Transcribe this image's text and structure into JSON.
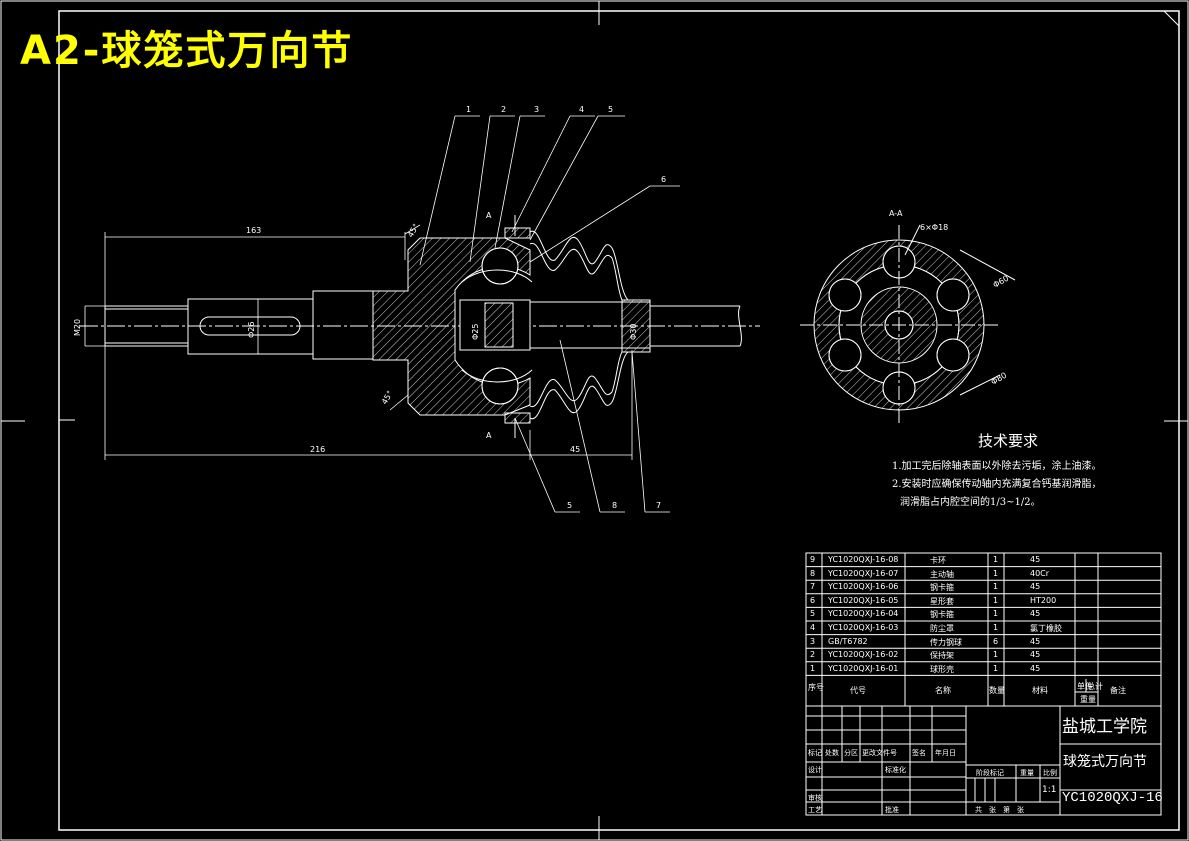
{
  "title": "A2-球笼式万向节",
  "leaders": [
    "1",
    "2",
    "3",
    "4",
    "5",
    "6",
    "5",
    "8",
    "7"
  ],
  "dimensions": {
    "d163": "163",
    "d216": "216",
    "d45": "45",
    "m20": "M20",
    "phi26": "Φ26",
    "phi25": "Φ25",
    "phi30": "Φ30",
    "phi60": "Φ60",
    "phi80": "Φ80",
    "phi18": "6×Φ18",
    "angle1": "45°",
    "angle2": "45°"
  },
  "section_label": "A-A",
  "section_marks": [
    "A",
    "A"
  ],
  "tech_requirements": {
    "title": "技术要求",
    "items": [
      "1.加工完后除轴表面以外除去污垢，涂上油漆。",
      "2.安装时应确保传动轴内充满复合钙基润滑脂，",
      "润滑脂占内腔空间的1/3~1/2。"
    ]
  },
  "bom": {
    "rows": [
      {
        "no": "9",
        "code": "YC1020QXJ-16-08",
        "name": "卡环",
        "qty": "1",
        "material": "45"
      },
      {
        "no": "8",
        "code": "YC1020QXJ-16-07",
        "name": "主动轴",
        "qty": "1",
        "material": "40Cr"
      },
      {
        "no": "7",
        "code": "YC1020QXJ-16-06",
        "name": "钢卡箍",
        "qty": "1",
        "material": "45"
      },
      {
        "no": "6",
        "code": "YC1020QXJ-16-05",
        "name": "星形套",
        "qty": "1",
        "material": "HT200"
      },
      {
        "no": "5",
        "code": "YC1020QXJ-16-04",
        "name": "钢卡箍",
        "qty": "1",
        "material": "45"
      },
      {
        "no": "4",
        "code": "YC1020QXJ-16-03",
        "name": "防尘罩",
        "qty": "1",
        "material": "氯丁橡胶"
      },
      {
        "no": "3",
        "code": "GB/T6782",
        "name": "传力钢球",
        "qty": "6",
        "material": "45"
      },
      {
        "no": "2",
        "code": "YC1020QXJ-16-02",
        "name": "保持架",
        "qty": "1",
        "material": "45"
      },
      {
        "no": "1",
        "code": "YC1020QXJ-16-01",
        "name": "球形壳",
        "qty": "1",
        "material": "45"
      }
    ],
    "header": {
      "no": "序号",
      "code": "代号",
      "name": "名称",
      "qty": "数量",
      "material": "材料",
      "unit_weight": "单件",
      "total_weight": "总计",
      "weight": "重量",
      "remark": "备注"
    }
  },
  "title_block": {
    "school": "盐城工学院",
    "part_name": "球笼式万向节",
    "drawing_no": "YC1020QXJ-16",
    "scale": "1:1",
    "labels": {
      "mark": "标记",
      "count": "处数",
      "zone": "分区",
      "change_doc": "更改文件号",
      "sign": "签名",
      "date": "年月日",
      "design": "设计",
      "standard": "标准化",
      "review": "审核",
      "process": "工艺",
      "approve": "批准",
      "stage_mark": "阶段标记",
      "weight": "重量",
      "ratio": "比例",
      "sheets": "共　张　第　张"
    }
  }
}
